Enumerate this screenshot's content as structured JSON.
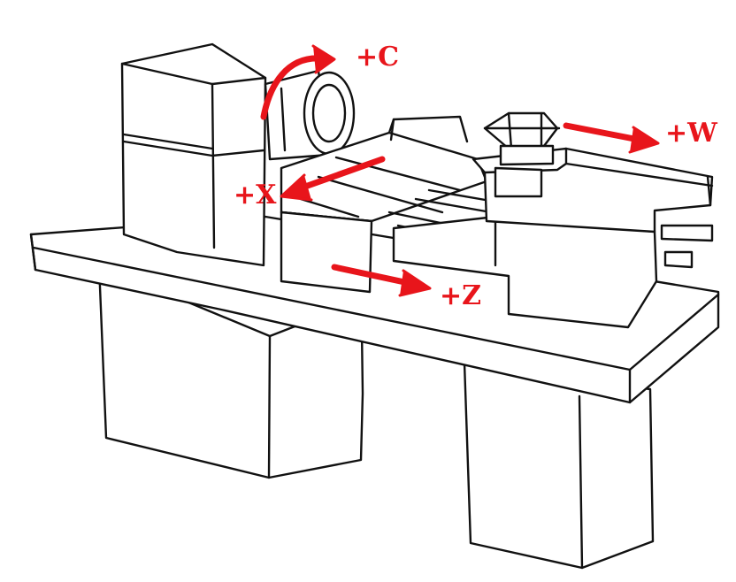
{
  "diagram": {
    "axes": [
      {
        "id": "c",
        "label": "+C"
      },
      {
        "id": "w",
        "label": "+W"
      },
      {
        "id": "x",
        "label": "+X"
      },
      {
        "id": "z",
        "label": "+Z"
      }
    ],
    "colors": {
      "arrow": "#e8151b",
      "line": "#111111",
      "background": "#ffffff"
    }
  }
}
